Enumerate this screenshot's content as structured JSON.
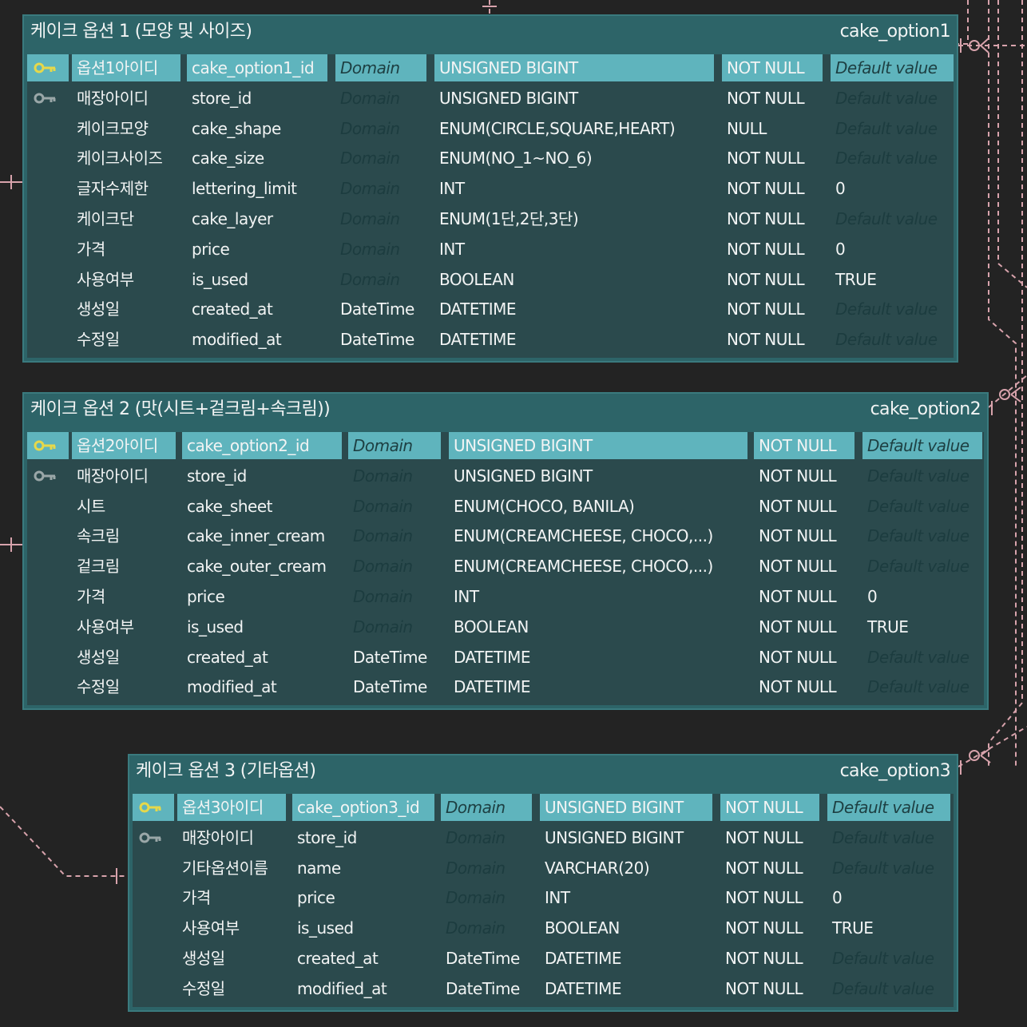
{
  "colors": {
    "background": "#232323",
    "table_fill": "#2d6468",
    "table_body": "#2b4a4d",
    "pk_row": "#5fb4bd",
    "connector": "#d8a3ac",
    "pk_key": "#e6d84a",
    "fk_key": "#9aa7a8"
  },
  "tables": [
    {
      "title": "케이크 옵션 1 (모양 및 사이즈)",
      "name": "cake_option1",
      "columns": [
        {
          "key": "pk",
          "logical": "옵션1아이디",
          "physical": "cake_option1_id",
          "domain": "Domain",
          "type": "UNSIGNED BIGINT",
          "nullable": "NOT NULL",
          "default": "Default value"
        },
        {
          "key": "fk",
          "logical": "매장아이디",
          "physical": "store_id",
          "domain": "Domain",
          "type": "UNSIGNED BIGINT",
          "nullable": "NOT NULL",
          "default": "Default value"
        },
        {
          "key": "",
          "logical": "케이크모양",
          "physical": "cake_shape",
          "domain": "Domain",
          "type": "ENUM(CIRCLE,SQUARE,HEART)",
          "nullable": "NULL",
          "default": "Default value"
        },
        {
          "key": "",
          "logical": "케이크사이즈",
          "physical": "cake_size",
          "domain": "Domain",
          "type": "ENUM(NO_1~NO_6)",
          "nullable": "NOT NULL",
          "default": "Default value"
        },
        {
          "key": "",
          "logical": "글자수제한",
          "physical": "lettering_limit",
          "domain": "Domain",
          "type": "INT",
          "nullable": "NOT NULL",
          "default": "0"
        },
        {
          "key": "",
          "logical": "케이크단",
          "physical": "cake_layer",
          "domain": "Domain",
          "type": "ENUM(1단,2단,3단)",
          "nullable": "NOT NULL",
          "default": "Default value"
        },
        {
          "key": "",
          "logical": "가격",
          "physical": "price",
          "domain": "Domain",
          "type": "INT",
          "nullable": "NOT NULL",
          "default": "0"
        },
        {
          "key": "",
          "logical": "사용여부",
          "physical": "is_used",
          "domain": "Domain",
          "type": "BOOLEAN",
          "nullable": "NOT NULL",
          "default": "TRUE"
        },
        {
          "key": "",
          "logical": "생성일",
          "physical": "created_at",
          "domain": "DateTime",
          "type": "DATETIME",
          "nullable": "NOT NULL",
          "default": "Default value"
        },
        {
          "key": "",
          "logical": "수정일",
          "physical": "modified_at",
          "domain": "DateTime",
          "type": "DATETIME",
          "nullable": "NOT NULL",
          "default": "Default value"
        }
      ]
    },
    {
      "title": "케이크 옵션 2 (맛(시트+겉크림+속크림))",
      "name": "cake_option2",
      "columns": [
        {
          "key": "pk",
          "logical": "옵션2아이디",
          "physical": "cake_option2_id",
          "domain": "Domain",
          "type": "UNSIGNED BIGINT",
          "nullable": "NOT NULL",
          "default": "Default value"
        },
        {
          "key": "fk",
          "logical": "매장아이디",
          "physical": "store_id",
          "domain": "Domain",
          "type": "UNSIGNED BIGINT",
          "nullable": "NOT NULL",
          "default": "Default value"
        },
        {
          "key": "",
          "logical": "시트",
          "physical": "cake_sheet",
          "domain": "Domain",
          "type": "ENUM(CHOCO, BANILA)",
          "nullable": "NOT NULL",
          "default": "Default value"
        },
        {
          "key": "",
          "logical": "속크림",
          "physical": "cake_inner_cream",
          "domain": "Domain",
          "type": "ENUM(CREAMCHEESE, CHOCO,...)",
          "nullable": "NOT NULL",
          "default": "Default value"
        },
        {
          "key": "",
          "logical": "겉크림",
          "physical": "cake_outer_cream",
          "domain": "Domain",
          "type": "ENUM(CREAMCHEESE, CHOCO,...)",
          "nullable": "NOT NULL",
          "default": "Default value"
        },
        {
          "key": "",
          "logical": "가격",
          "physical": "price",
          "domain": "Domain",
          "type": "INT",
          "nullable": "NOT NULL",
          "default": "0"
        },
        {
          "key": "",
          "logical": "사용여부",
          "physical": "is_used",
          "domain": "Domain",
          "type": "BOOLEAN",
          "nullable": "NOT NULL",
          "default": "TRUE"
        },
        {
          "key": "",
          "logical": "생성일",
          "physical": "created_at",
          "domain": "DateTime",
          "type": "DATETIME",
          "nullable": "NOT NULL",
          "default": "Default value"
        },
        {
          "key": "",
          "logical": "수정일",
          "physical": "modified_at",
          "domain": "DateTime",
          "type": "DATETIME",
          "nullable": "NOT NULL",
          "default": "Default value"
        }
      ]
    },
    {
      "title": "케이크 옵션 3 (기타옵션)",
      "name": "cake_option3",
      "columns": [
        {
          "key": "pk",
          "logical": "옵션3아이디",
          "physical": "cake_option3_id",
          "domain": "Domain",
          "type": "UNSIGNED BIGINT",
          "nullable": "NOT NULL",
          "default": "Default value"
        },
        {
          "key": "fk",
          "logical": "매장아이디",
          "physical": "store_id",
          "domain": "Domain",
          "type": "UNSIGNED BIGINT",
          "nullable": "NOT NULL",
          "default": "Default value"
        },
        {
          "key": "",
          "logical": "기타옵션이름",
          "physical": "name",
          "domain": "Domain",
          "type": "VARCHAR(20)",
          "nullable": "NOT NULL",
          "default": "Default value"
        },
        {
          "key": "",
          "logical": "가격",
          "physical": "price",
          "domain": "Domain",
          "type": "INT",
          "nullable": "NOT NULL",
          "default": "0"
        },
        {
          "key": "",
          "logical": "사용여부",
          "physical": "is_used",
          "domain": "Domain",
          "type": "BOOLEAN",
          "nullable": "NOT NULL",
          "default": "TRUE"
        },
        {
          "key": "",
          "logical": "생성일",
          "physical": "created_at",
          "domain": "DateTime",
          "type": "DATETIME",
          "nullable": "NOT NULL",
          "default": "Default value"
        },
        {
          "key": "",
          "logical": "수정일",
          "physical": "modified_at",
          "domain": "DateTime",
          "type": "DATETIME",
          "nullable": "NOT NULL",
          "default": "Default value"
        }
      ]
    }
  ]
}
